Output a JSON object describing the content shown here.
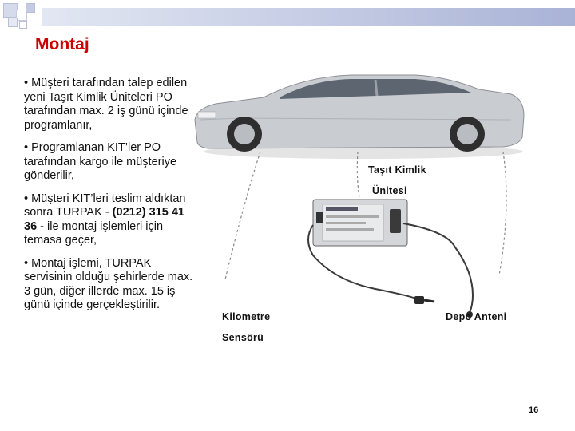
{
  "slide": {
    "title": "Montaj",
    "bullets": [
      {
        "plain": "• Müşteri tarafından talep edilen yeni Taşıt Kimlik Üniteleri PO tarafından max. 2 iş günü içinde programlanır,"
      },
      {
        "plain": "• Programlanan KIT’ler PO tarafından kargo ile müşteriye gönderilir,"
      },
      {
        "pre": "• Müşteri KIT’leri teslim aldıktan sonra TURPAK - ",
        "bold": "(0212) 315 41 36",
        "post": " - ile montaj işlemleri için temasa geçer,"
      },
      {
        "plain": "• Montaj işlemi, TURPAK servisinin olduğu şehirlerde max. 3 gün, diğer illerde max. 15 iş günü içinde gerçekleştirilir."
      }
    ],
    "labels": {
      "unit_line1": "Taşıt Kimlik",
      "unit_line2": "Ünitesi",
      "sensor_line1": "Kilometre",
      "sensor_line2": "Sensörü",
      "antenna": "Depo Anteni"
    },
    "page_number": "16"
  },
  "colors": {
    "title": "#cc0000",
    "header_bar": "#a9b3d6",
    "cable": "#3a3a3a"
  }
}
